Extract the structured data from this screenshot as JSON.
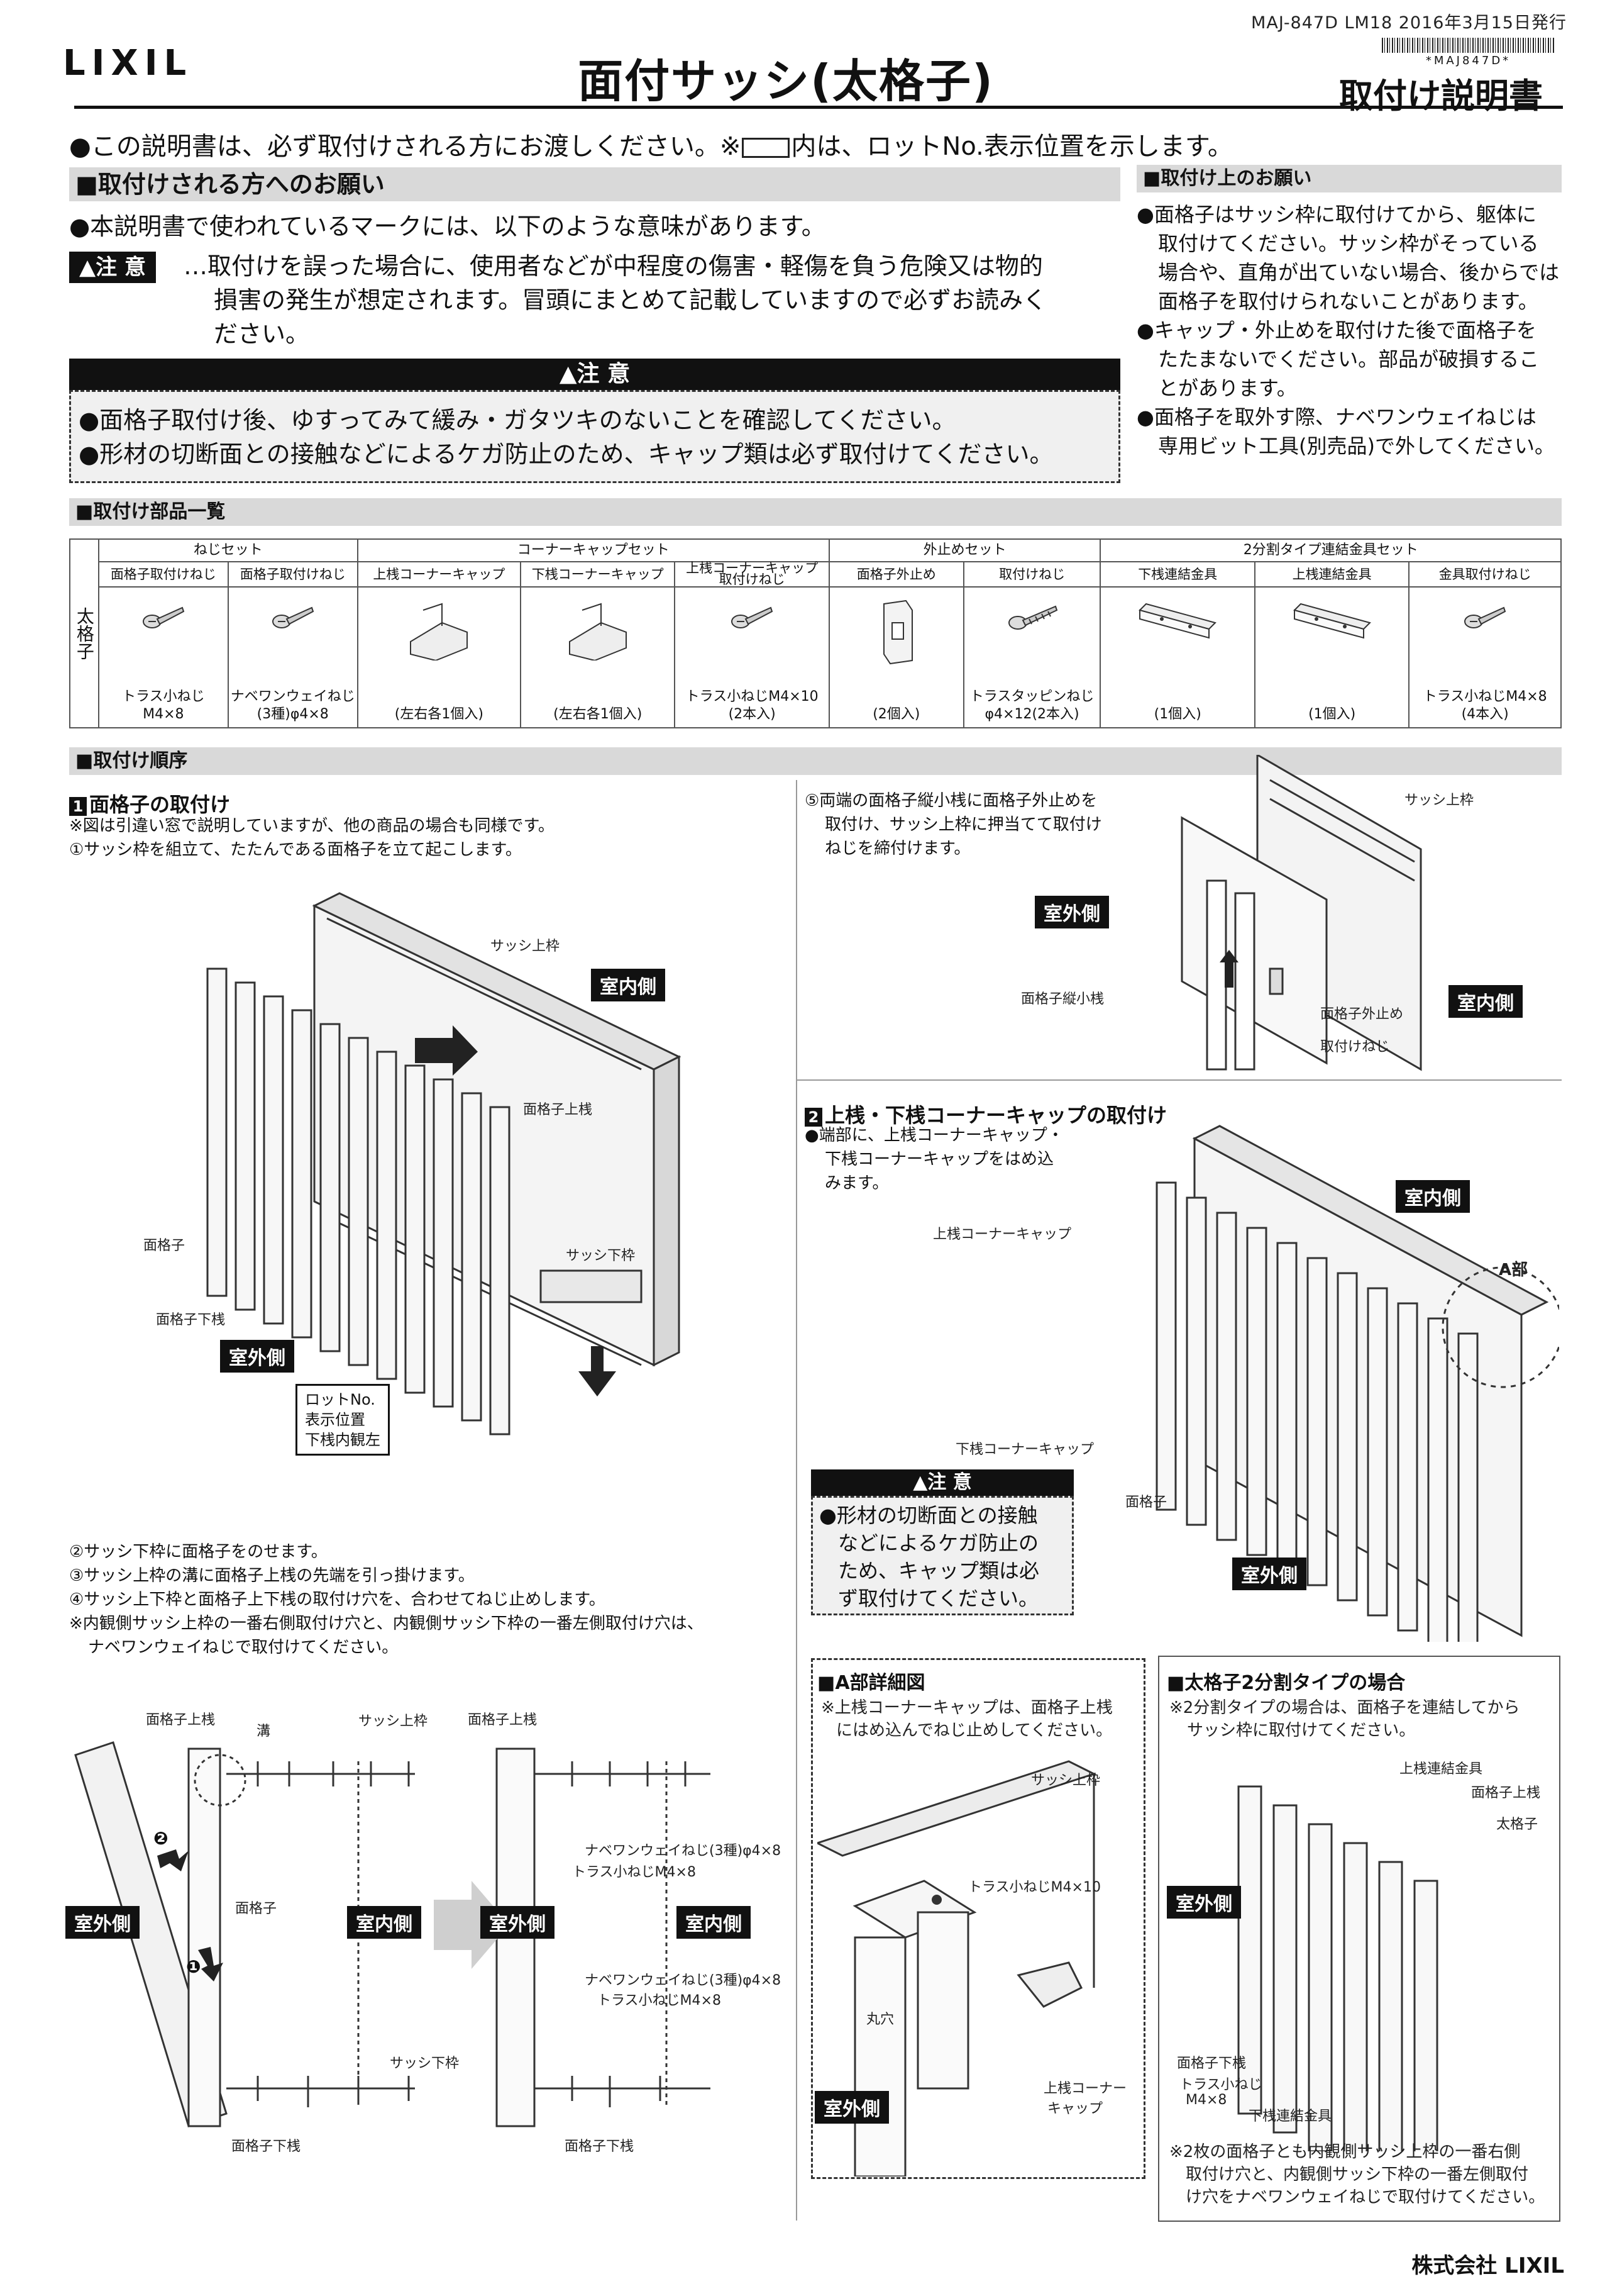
{
  "header": {
    "publish_info": "MAJ-847D  LM18  2016年3月15日発行",
    "logo": "LIXIL",
    "title": "面付サッシ(太格子)",
    "barcode_text": "*MAJ847D*",
    "doc_type": "取付け説明書"
  },
  "intro": {
    "before": "●この説明書は、必ず取付けされる方にお渡しください。※",
    "after": "内は、ロットNo.表示位置を示します。"
  },
  "request": {
    "heading": "■取付けされる方へのお願い",
    "marks_line": "●本説明書で使われているマークには、以下のような意味があります。",
    "caution_tag": "▲注 意",
    "caution_desc_1": "…取付けを誤った場合に、使用者などが中程度の傷害・軽傷を負う危険又は物的",
    "caution_desc_2": "損害の発生が想定されます。冒頭にまとめて記載していますので必ずお読みく",
    "caution_desc_3": "ださい。",
    "caution_bar": "▲注 意",
    "caution_item_1": "●面格子取付け後、ゆすってみて緩み・ガタツキのないことを確認してください。",
    "caution_item_2": "●形材の切断面との接触などによるケガ防止のため、キャップ類は必ず取付けてください。"
  },
  "notes": {
    "heading": "■取付け上のお願い",
    "lines": [
      "●面格子はサッシ枠に取付けてから、躯体に",
      "取付けてください。サッシ枠がそっている",
      "場合や、直角が出ていない場合、後からでは",
      "面格子を取付けられないことがあります。",
      "●キャップ・外止めを取付けた後で面格子を",
      "たたまないでください。部品が破損するこ",
      "とがあります。",
      "●面格子を取外す際、ナベワンウェイねじは",
      "専用ビット工具(別売品)で外してください。"
    ]
  },
  "parts": {
    "heading": "■取付け部品一覧",
    "row_label": "太格子",
    "groups": [
      "ねじセット",
      "コーナーキャップセット",
      "外止めセット",
      "2分割タイプ連結金具セット"
    ],
    "items": [
      {
        "name": "面格子取付けねじ",
        "name2": "",
        "desc": "トラス小ねじ",
        "desc2": "M4×8",
        "icon": "screw-icon"
      },
      {
        "name": "面格子取付けねじ",
        "name2": "",
        "desc": "ナベワンウェイねじ",
        "desc2": "(3種)φ4×8",
        "icon": "screw-icon"
      },
      {
        "name": "上桟コーナーキャップ",
        "name2": "",
        "desc": "",
        "desc2": "(左右各1個入)",
        "icon": "corner-cap-icon"
      },
      {
        "name": "下桟コーナーキャップ",
        "name2": "",
        "desc": "",
        "desc2": "(左右各1個入)",
        "icon": "corner-cap-icon"
      },
      {
        "name": "上桟コーナーキャップ",
        "name2": "取付けねじ",
        "desc": "トラス小ねじM4×10",
        "desc2": "(2本入)",
        "icon": "screw-icon"
      },
      {
        "name": "面格子外止め",
        "name2": "",
        "desc": "",
        "desc2": "(2個入)",
        "icon": "outer-stop-icon"
      },
      {
        "name": "取付けねじ",
        "name2": "",
        "desc": "トラスタッピンねじ",
        "desc2": "φ4×12(2本入)",
        "icon": "tapping-screw-icon"
      },
      {
        "name": "下桟連結金具",
        "name2": "",
        "desc": "",
        "desc2": "(1個入)",
        "icon": "bracket-icon"
      },
      {
        "name": "上桟連結金具",
        "name2": "",
        "desc": "",
        "desc2": "(1個入)",
        "icon": "bracket-icon"
      },
      {
        "name": "金具取付けねじ",
        "name2": "",
        "desc": "トラス小ねじM4×8",
        "desc2": "(4本入)",
        "icon": "screw-icon"
      }
    ]
  },
  "procedure": {
    "heading": "■取付け順序",
    "step1": {
      "num": "1",
      "title": "面格子の取付け",
      "note": "※図は引違い窓で説明していますが、他の商品の場合も同様です。",
      "s1": "①サッシ枠を組立て、たたんである面格子を立て起こします。",
      "labels": {
        "sash_top": "サッシ上枠",
        "indoor": "室内側",
        "grille_top": "面格子上桟",
        "grille": "面格子",
        "sash_bottom": "サッシ下枠",
        "grille_bottom": "面格子下桟",
        "outdoor": "室外側",
        "lot1": "ロットNo.",
        "lot2": "表示位置",
        "lot3": "下桟内観左"
      },
      "s2": "②サッシ下枠に面格子をのせます。",
      "s3": "③サッシ上枠の溝に面格子上桟の先端を引っ掛けます。",
      "s4": "④サッシ上下枠と面格子上下桟の取付け穴を、合わせてねじ止めします。",
      "s4note1": "※内観側サッシ上枠の一番右側取付け穴と、内観側サッシ下枠の一番左側取付け穴は、",
      "s4note2": "ナベワンウェイねじで取付けてください。",
      "sec": {
        "grille_top": "面格子上桟",
        "groove": "溝",
        "sash_top": "サッシ上枠",
        "grille": "面格子",
        "outdoor": "室外側",
        "indoor": "室内側",
        "sash_bottom": "サッシ下枠",
        "grille_bottom": "面格子下桟",
        "n1": "ナベワンウェイねじ(3種)φ4×8",
        "t1": "トラス小ねじM4×8",
        "n2": "ナベワンウェイねじ(3種)φ4×8",
        "t2": "トラス小ねじM4×8",
        "mark1": "❶",
        "mark2": "❷"
      }
    },
    "step5": {
      "text1": "⑤両端の面格子縦小桟に面格子外止めを",
      "text2": "取付け、サッシ上枠に押当てて取付け",
      "text3": "ねじを締付けます。",
      "sash_top": "サッシ上枠",
      "outdoor": "室外側",
      "indoor": "室内側",
      "vertical": "面格子縦小桟",
      "outer_stop": "面格子外止め",
      "screw": "取付けねじ"
    },
    "step2": {
      "num": "2",
      "title": "上桟・下桟コーナーキャップの取付け",
      "text1": "●端部に、上桟コーナーキャップ・",
      "text2": "下桟コーナーキャップをはめ込",
      "text3": "みます。",
      "top_cap": "上桟コーナーキャップ",
      "bottom_cap": "下桟コーナーキャップ",
      "grille": "面格子",
      "indoor": "室内側",
      "outdoor": "室外側",
      "part_a": "A部",
      "caution": "▲注 意",
      "caution1": "●形材の切断面との接触",
      "caution2": "などによるケガ防止の",
      "caution3": "ため、キャップ類は必",
      "caution4": "ず取付けてください。"
    },
    "detail_a": {
      "title": "■A部詳細図",
      "note1": "※上桟コーナーキャップは、面格子上桟",
      "note2": "にはめ込んでねじ止めしてください。",
      "sash_top": "サッシ上枠",
      "screw": "トラス小ねじM4×10",
      "hole": "丸穴",
      "cap1": "上桟コーナー",
      "cap2": "キャップ",
      "outdoor": "室外側"
    },
    "split": {
      "title": "■太格子2分割タイプの場合",
      "note1": "※2分割タイプの場合は、面格子を連結してから",
      "note2": "サッシ枠に取付けてください。",
      "top_bracket": "上桟連結金具",
      "grille_top": "面格子上桟",
      "thick": "太格子",
      "outdoor": "室外側",
      "grille_bottom": "面格子下桟",
      "screw1": "トラス小ねじ",
      "screw2": "M4×8",
      "bottom_bracket": "下桟連結金具",
      "end1": "※2枚の面格子とも内観側サッシ上枠の一番右側",
      "end2": "取付け穴と、内観側サッシ下枠の一番左側取付",
      "end3": "け穴をナベワンウェイねじで取付けてください。"
    }
  },
  "footer": {
    "company": "株式会社 LIXIL"
  }
}
